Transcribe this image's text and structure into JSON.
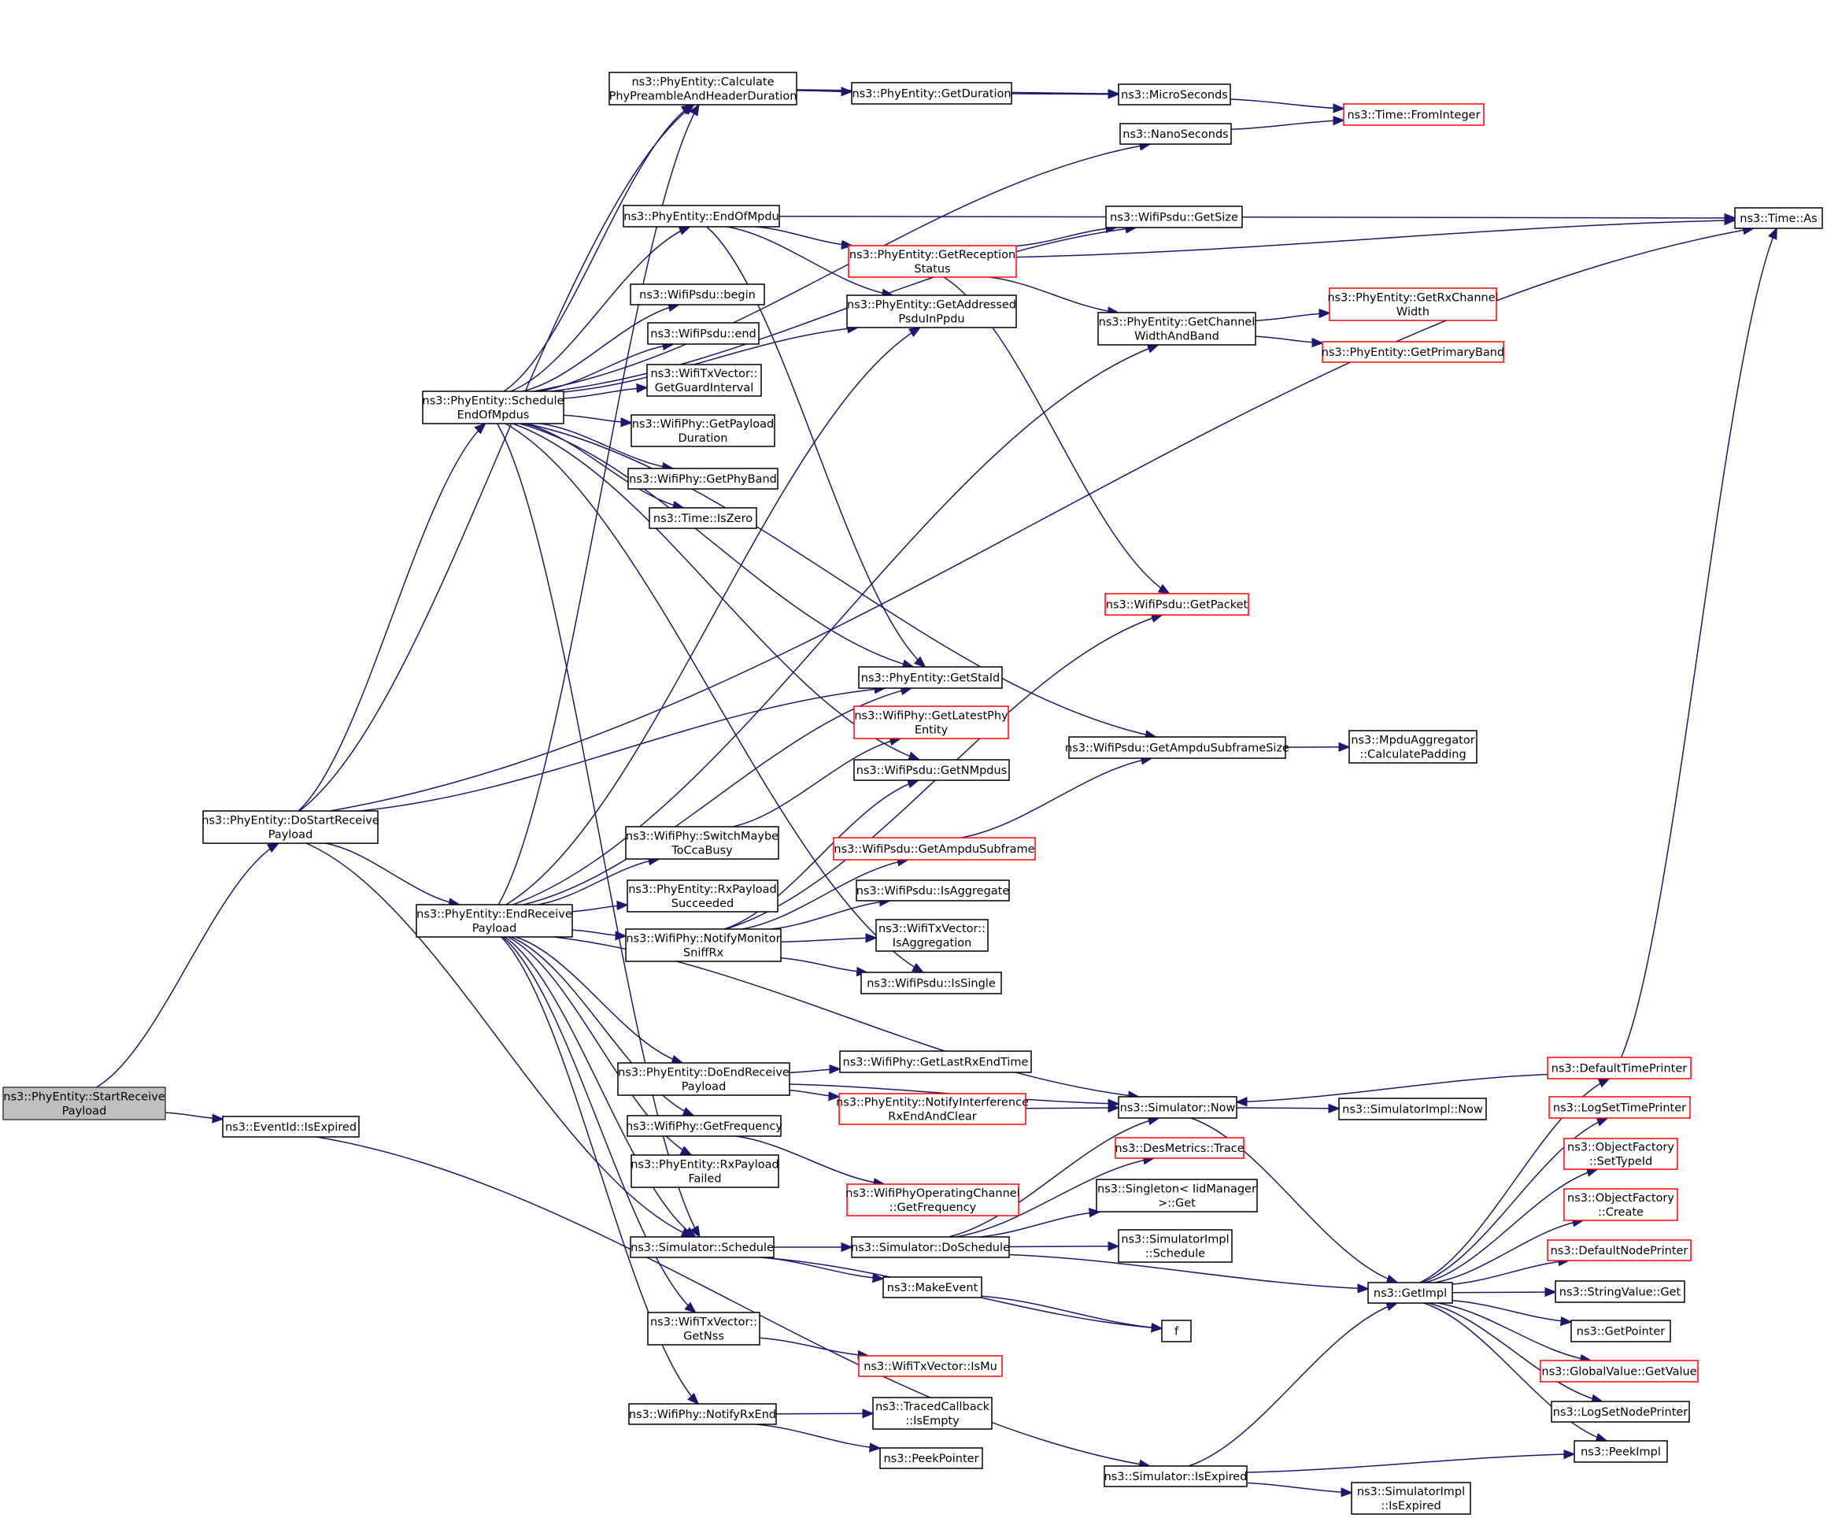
{
  "title": "Call graph for ns3::PhyEntity::StartReceivePayload",
  "colors": {
    "edge": "#191970",
    "root_fill": "#bfbfbf",
    "normal_border": "#000000",
    "truncated_border": "#ff0000"
  },
  "nodes": [
    {
      "id": "startRx",
      "lines": [
        "ns3::PhyEntity::StartReceive",
        "Payload"
      ],
      "style": "root"
    },
    {
      "id": "eventIsExpired",
      "lines": [
        "ns3::EventId::IsExpired"
      ],
      "style": "normal"
    },
    {
      "id": "doStartRx",
      "lines": [
        "ns3::PhyEntity::DoStartReceive",
        "Payload"
      ],
      "style": "normal"
    },
    {
      "id": "endRx",
      "lines": [
        "ns3::PhyEntity::EndReceive",
        "Payload"
      ],
      "style": "normal"
    },
    {
      "id": "schedEom",
      "lines": [
        "ns3::PhyEntity::Schedule",
        "EndOfMpdus"
      ],
      "style": "normal"
    },
    {
      "id": "calcPre",
      "lines": [
        "ns3::PhyEntity::Calculate",
        "PhyPreambleAndHeaderDuration"
      ],
      "style": "normal"
    },
    {
      "id": "getDuration",
      "lines": [
        "ns3::PhyEntity::GetDuration"
      ],
      "style": "normal"
    },
    {
      "id": "micro",
      "lines": [
        "ns3::MicroSeconds"
      ],
      "style": "normal"
    },
    {
      "id": "nano",
      "lines": [
        "ns3::NanoSeconds"
      ],
      "style": "normal"
    },
    {
      "id": "fromInt",
      "lines": [
        "ns3::Time::FromInteger"
      ],
      "style": "red"
    },
    {
      "id": "timeAs",
      "lines": [
        "ns3::Time::As"
      ],
      "style": "normal"
    },
    {
      "id": "endOfMpdu",
      "lines": [
        "ns3::PhyEntity::EndOfMpdu"
      ],
      "style": "normal"
    },
    {
      "id": "getRecStatus",
      "lines": [
        "ns3::PhyEntity::GetReception",
        "Status"
      ],
      "style": "red"
    },
    {
      "id": "getSize",
      "lines": [
        "ns3::WifiPsdu::GetSize"
      ],
      "style": "normal"
    },
    {
      "id": "getAddr",
      "lines": [
        "ns3::PhyEntity::GetAddressed",
        "PsduInPpdu"
      ],
      "style": "normal"
    },
    {
      "id": "getChWidth",
      "lines": [
        "ns3::PhyEntity::GetChannel",
        "WidthAndBand"
      ],
      "style": "normal"
    },
    {
      "id": "getRxChW",
      "lines": [
        "ns3::PhyEntity::GetRxChannel",
        "Width"
      ],
      "style": "red"
    },
    {
      "id": "getPrimBand",
      "lines": [
        "ns3::PhyEntity::GetPrimaryBand"
      ],
      "style": "red"
    },
    {
      "id": "begin",
      "lines": [
        "ns3::WifiPsdu::begin"
      ],
      "style": "normal"
    },
    {
      "id": "end",
      "lines": [
        "ns3::WifiPsdu::end"
      ],
      "style": "normal"
    },
    {
      "id": "guard",
      "lines": [
        "ns3::WifiTxVector::",
        "GetGuardInterval"
      ],
      "style": "normal"
    },
    {
      "id": "payDur",
      "lines": [
        "ns3::WifiPhy::GetPayload",
        "Duration"
      ],
      "style": "normal"
    },
    {
      "id": "phyBand",
      "lines": [
        "ns3::WifiPhy::GetPhyBand"
      ],
      "style": "normal"
    },
    {
      "id": "isZero",
      "lines": [
        "ns3::Time::IsZero"
      ],
      "style": "normal"
    },
    {
      "id": "getPacket",
      "lines": [
        "ns3::WifiPsdu::GetPacket"
      ],
      "style": "red"
    },
    {
      "id": "getStaId",
      "lines": [
        "ns3::PhyEntity::GetStaId"
      ],
      "style": "normal"
    },
    {
      "id": "latestPhy",
      "lines": [
        "ns3::WifiPhy::GetLatestPhy",
        "Entity"
      ],
      "style": "red"
    },
    {
      "id": "nMpdus",
      "lines": [
        "ns3::WifiPsdu::GetNMpdus"
      ],
      "style": "normal"
    },
    {
      "id": "ampduSize",
      "lines": [
        "ns3::WifiPsdu::GetAmpduSubframeSize"
      ],
      "style": "normal"
    },
    {
      "id": "calcPad",
      "lines": [
        "ns3::MpduAggregator",
        "::CalculatePadding"
      ],
      "style": "normal"
    },
    {
      "id": "switchCca",
      "lines": [
        "ns3::WifiPhy::SwitchMaybe",
        "ToCcaBusy"
      ],
      "style": "normal"
    },
    {
      "id": "rxSucc",
      "lines": [
        "ns3::PhyEntity::RxPayload",
        "Succeeded"
      ],
      "style": "normal"
    },
    {
      "id": "ampduSub",
      "lines": [
        "ns3::WifiPsdu::GetAmpduSubframe"
      ],
      "style": "red"
    },
    {
      "id": "isAggregate",
      "lines": [
        "ns3::WifiPsdu::IsAggregate"
      ],
      "style": "normal"
    },
    {
      "id": "isAggregation",
      "lines": [
        "ns3::WifiTxVector::",
        "IsAggregation"
      ],
      "style": "normal"
    },
    {
      "id": "sniffRx",
      "lines": [
        "ns3::WifiPhy::NotifyMonitor",
        "SniffRx"
      ],
      "style": "normal"
    },
    {
      "id": "isSingle",
      "lines": [
        "ns3::WifiPsdu::IsSingle"
      ],
      "style": "normal"
    },
    {
      "id": "doEndRx",
      "lines": [
        "ns3::PhyEntity::DoEndReceive",
        "Payload"
      ],
      "style": "normal"
    },
    {
      "id": "lastRxEnd",
      "lines": [
        "ns3::WifiPhy::GetLastRxEndTime"
      ],
      "style": "normal"
    },
    {
      "id": "notifyIntf",
      "lines": [
        "ns3::PhyEntity::NotifyInterference",
        "RxEndAndClear"
      ],
      "style": "red"
    },
    {
      "id": "simNow",
      "lines": [
        "ns3::Simulator::Now"
      ],
      "style": "normal"
    },
    {
      "id": "implNow",
      "lines": [
        "ns3::SimulatorImpl::Now"
      ],
      "style": "normal"
    },
    {
      "id": "getFreq",
      "lines": [
        "ns3::WifiPhy::GetFrequency"
      ],
      "style": "normal"
    },
    {
      "id": "rxFail",
      "lines": [
        "ns3::PhyEntity::RxPayload",
        "Failed"
      ],
      "style": "normal"
    },
    {
      "id": "opChFreq",
      "lines": [
        "ns3::WifiPhyOperatingChannel",
        "::GetFrequency"
      ],
      "style": "red"
    },
    {
      "id": "desTrace",
      "lines": [
        "ns3::DesMetrics::Trace"
      ],
      "style": "red"
    },
    {
      "id": "singleton",
      "lines": [
        "ns3::Singleton< IidManager",
        ">::Get"
      ],
      "style": "normal"
    },
    {
      "id": "implSched",
      "lines": [
        "ns3::SimulatorImpl",
        "::Schedule"
      ],
      "style": "normal"
    },
    {
      "id": "simSched",
      "lines": [
        "ns3::Simulator::Schedule"
      ],
      "style": "normal"
    },
    {
      "id": "doSched",
      "lines": [
        "ns3::Simulator::DoSchedule"
      ],
      "style": "normal"
    },
    {
      "id": "makeEvent",
      "lines": [
        "ns3::MakeEvent"
      ],
      "style": "normal"
    },
    {
      "id": "f",
      "lines": [
        "f"
      ],
      "style": "normal"
    },
    {
      "id": "getImpl",
      "lines": [
        "ns3::GetImpl"
      ],
      "style": "normal"
    },
    {
      "id": "getNss",
      "lines": [
        "ns3::WifiTxVector::",
        "GetNss"
      ],
      "style": "normal"
    },
    {
      "id": "isMu",
      "lines": [
        "ns3::WifiTxVector::IsMu"
      ],
      "style": "red"
    },
    {
      "id": "notifyRxEnd",
      "lines": [
        "ns3::WifiPhy::NotifyRxEnd"
      ],
      "style": "normal"
    },
    {
      "id": "tcIsEmpty",
      "lines": [
        "ns3::TracedCallback",
        "::IsEmpty"
      ],
      "style": "normal"
    },
    {
      "id": "peekPtr",
      "lines": [
        "ns3::PeekPointer"
      ],
      "style": "normal"
    },
    {
      "id": "simIsExpired",
      "lines": [
        "ns3::Simulator::IsExpired"
      ],
      "style": "normal"
    },
    {
      "id": "implIsExpired",
      "lines": [
        "ns3::SimulatorImpl",
        "::IsExpired"
      ],
      "style": "normal"
    },
    {
      "id": "defTimePr",
      "lines": [
        "ns3::DefaultTimePrinter"
      ],
      "style": "red"
    },
    {
      "id": "logSetTimePr",
      "lines": [
        "ns3::LogSetTimePrinter"
      ],
      "style": "red"
    },
    {
      "id": "setTypeId",
      "lines": [
        "ns3::ObjectFactory",
        "::SetTypeId"
      ],
      "style": "red"
    },
    {
      "id": "ofCreate",
      "lines": [
        "ns3::ObjectFactory",
        "::Create"
      ],
      "style": "red"
    },
    {
      "id": "defNodePr",
      "lines": [
        "ns3::DefaultNodePrinter"
      ],
      "style": "red"
    },
    {
      "id": "strGet",
      "lines": [
        "ns3::StringValue::Get"
      ],
      "style": "normal"
    },
    {
      "id": "getPointer",
      "lines": [
        "ns3::GetPointer"
      ],
      "style": "normal"
    },
    {
      "id": "gvGetValue",
      "lines": [
        "ns3::GlobalValue::GetValue"
      ],
      "style": "red"
    },
    {
      "id": "logSetNodePr",
      "lines": [
        "ns3::LogSetNodePrinter"
      ],
      "style": "normal"
    },
    {
      "id": "peekImpl",
      "lines": [
        "ns3::PeekImpl"
      ],
      "style": "normal"
    }
  ],
  "edges": [
    [
      "startRx",
      "doStartRx"
    ],
    [
      "startRx",
      "eventIsExpired"
    ],
    [
      "eventIsExpired",
      "simIsExpired"
    ],
    [
      "doStartRx",
      "calcPre"
    ],
    [
      "doStartRx",
      "timeAs"
    ],
    [
      "doStartRx",
      "schedEom"
    ],
    [
      "doStartRx",
      "endRx"
    ],
    [
      "doStartRx",
      "getStaId"
    ],
    [
      "doStartRx",
      "simSched"
    ],
    [
      "schedEom",
      "calcPre"
    ],
    [
      "schedEom",
      "nano"
    ],
    [
      "schedEom",
      "endOfMpdu"
    ],
    [
      "schedEom",
      "getSize"
    ],
    [
      "schedEom",
      "getAddr"
    ],
    [
      "schedEom",
      "begin"
    ],
    [
      "schedEom",
      "end"
    ],
    [
      "schedEom",
      "guard"
    ],
    [
      "schedEom",
      "payDur"
    ],
    [
      "schedEom",
      "phyBand"
    ],
    [
      "schedEom",
      "isZero"
    ],
    [
      "schedEom",
      "getStaId"
    ],
    [
      "schedEom",
      "ampduSize"
    ],
    [
      "schedEom",
      "nMpdus"
    ],
    [
      "schedEom",
      "isSingle"
    ],
    [
      "schedEom",
      "simSched"
    ],
    [
      "calcPre",
      "getDuration"
    ],
    [
      "calcPre",
      "micro"
    ],
    [
      "getDuration",
      "micro"
    ],
    [
      "micro",
      "fromInt"
    ],
    [
      "nano",
      "fromInt"
    ],
    [
      "endOfMpdu",
      "timeAs"
    ],
    [
      "endOfMpdu",
      "getRecStatus"
    ],
    [
      "endOfMpdu",
      "getAddr"
    ],
    [
      "endOfMpdu",
      "getStaId"
    ],
    [
      "getRecStatus",
      "getSize"
    ],
    [
      "getRecStatus",
      "timeAs"
    ],
    [
      "getRecStatus",
      "getChWidth"
    ],
    [
      "getRecStatus",
      "getPacket"
    ],
    [
      "getChWidth",
      "getRxChW"
    ],
    [
      "getChWidth",
      "getPrimBand"
    ],
    [
      "ampduSize",
      "calcPad"
    ],
    [
      "endRx",
      "calcPre"
    ],
    [
      "endRx",
      "getAddr"
    ],
    [
      "endRx",
      "getChWidth"
    ],
    [
      "endRx",
      "getStaId"
    ],
    [
      "endRx",
      "switchCca"
    ],
    [
      "endRx",
      "rxSucc"
    ],
    [
      "endRx",
      "sniffRx"
    ],
    [
      "endRx",
      "simNow"
    ],
    [
      "endRx",
      "doEndRx"
    ],
    [
      "endRx",
      "getFreq"
    ],
    [
      "endRx",
      "rxFail"
    ],
    [
      "endRx",
      "simSched"
    ],
    [
      "endRx",
      "getNss"
    ],
    [
      "endRx",
      "notifyRxEnd"
    ],
    [
      "switchCca",
      "latestPhy"
    ],
    [
      "sniffRx",
      "getPacket"
    ],
    [
      "sniffRx",
      "nMpdus"
    ],
    [
      "sniffRx",
      "ampduSub"
    ],
    [
      "sniffRx",
      "isAggregate"
    ],
    [
      "sniffRx",
      "isAggregation"
    ],
    [
      "sniffRx",
      "isSingle"
    ],
    [
      "ampduSub",
      "ampduSize"
    ],
    [
      "doEndRx",
      "lastRxEnd"
    ],
    [
      "doEndRx",
      "notifyIntf"
    ],
    [
      "doEndRx",
      "simNow"
    ],
    [
      "notifyIntf",
      "simNow"
    ],
    [
      "getFreq",
      "opChFreq"
    ],
    [
      "simNow",
      "implNow"
    ],
    [
      "simNow",
      "getImpl"
    ],
    [
      "simSched",
      "doSched"
    ],
    [
      "simSched",
      "makeEvent"
    ],
    [
      "simSched",
      "f"
    ],
    [
      "doSched",
      "simNow"
    ],
    [
      "doSched",
      "desTrace"
    ],
    [
      "doSched",
      "singleton"
    ],
    [
      "doSched",
      "implSched"
    ],
    [
      "doSched",
      "getImpl"
    ],
    [
      "makeEvent",
      "f"
    ],
    [
      "getNss",
      "isMu"
    ],
    [
      "notifyRxEnd",
      "tcIsEmpty"
    ],
    [
      "notifyRxEnd",
      "peekPtr"
    ],
    [
      "simIsExpired",
      "getImpl"
    ],
    [
      "simIsExpired",
      "peekImpl"
    ],
    [
      "simIsExpired",
      "implIsExpired"
    ],
    [
      "getImpl",
      "defTimePr"
    ],
    [
      "getImpl",
      "logSetTimePr"
    ],
    [
      "getImpl",
      "setTypeId"
    ],
    [
      "getImpl",
      "ofCreate"
    ],
    [
      "getImpl",
      "defNodePr"
    ],
    [
      "getImpl",
      "strGet"
    ],
    [
      "getImpl",
      "getPointer"
    ],
    [
      "getImpl",
      "gvGetValue"
    ],
    [
      "getImpl",
      "logSetNodePr"
    ],
    [
      "getImpl",
      "peekImpl"
    ],
    [
      "defTimePr",
      "timeAs"
    ],
    [
      "defTimePr",
      "simNow"
    ]
  ]
}
